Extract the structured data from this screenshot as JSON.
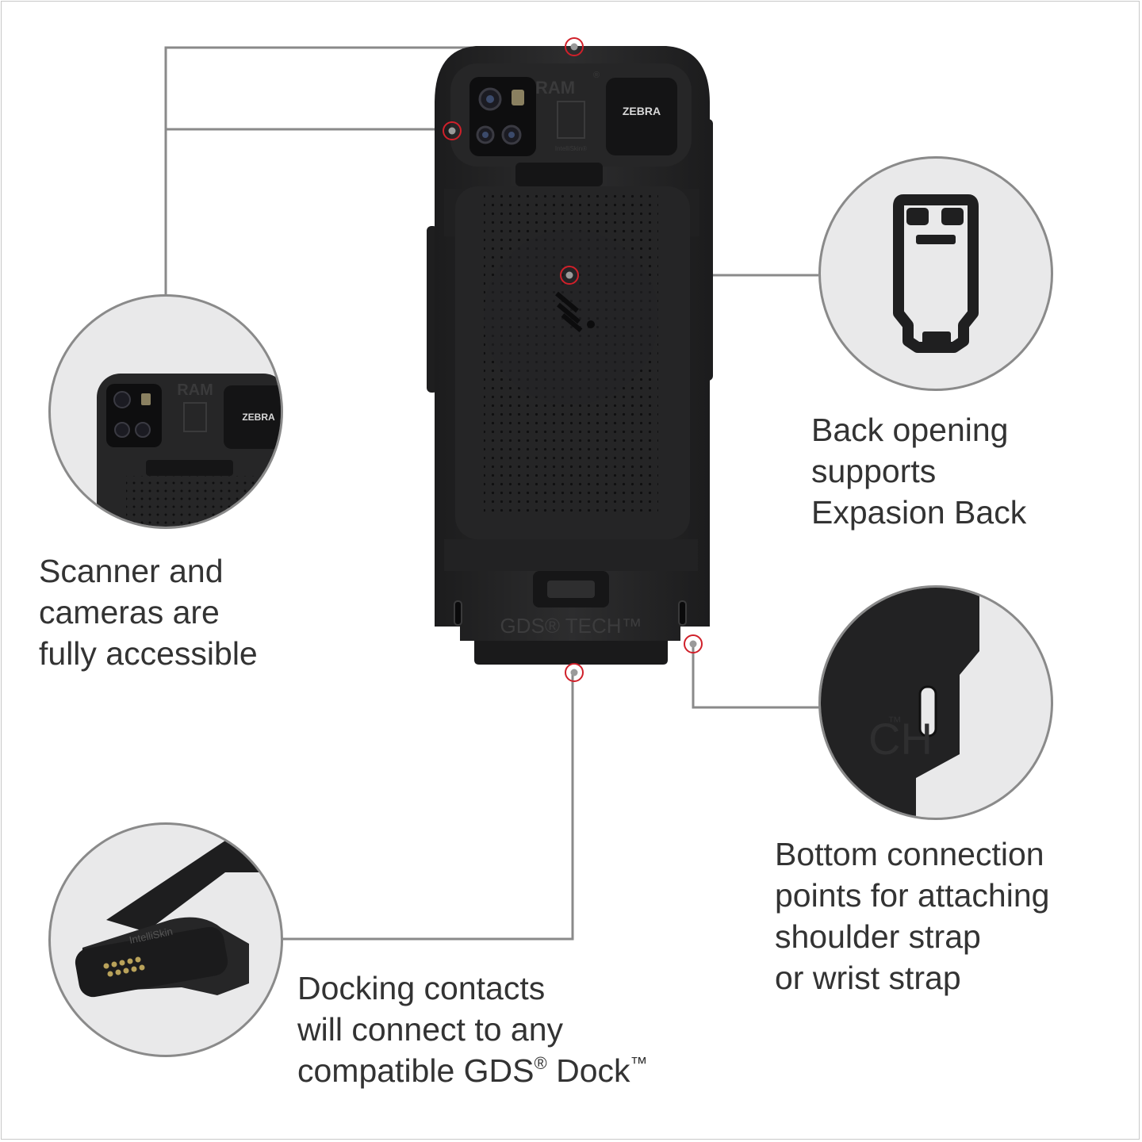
{
  "device": {
    "brand_top": "RAM",
    "registered_mark": "®",
    "camera_logo_text": "ZEBRA",
    "intelliskin_text": "IntelliSkin®",
    "bottom_brand": "GDS® TECH™"
  },
  "callouts": {
    "scanner": {
      "lines": [
        "Scanner and",
        "cameras are",
        "fully accessible"
      ],
      "inset_brand": "RAM",
      "inset_logo": "ZEBRA"
    },
    "back_opening": {
      "lines": [
        "Back opening",
        "supports",
        "Expasion Back"
      ]
    },
    "bottom_connection": {
      "lines": [
        "Bottom connection",
        "points for attaching",
        "shoulder strap",
        "or wrist strap"
      ],
      "inset_text": "CH",
      "inset_tm": "™"
    },
    "docking": {
      "line1": "Docking contacts",
      "line2": "will connect to any",
      "line3_prefix": "compatible GDS",
      "line3_reg": "®",
      "line3_mid": " Dock",
      "line3_tm": "™",
      "inset_brand": "IntelliSkin"
    }
  },
  "colors": {
    "leader_line": "#8a8a8a",
    "marker_ring": "#d0202a",
    "device_body": "#2a2a2b",
    "caption_text": "#333333",
    "inset_background": "#e9e9ea"
  }
}
